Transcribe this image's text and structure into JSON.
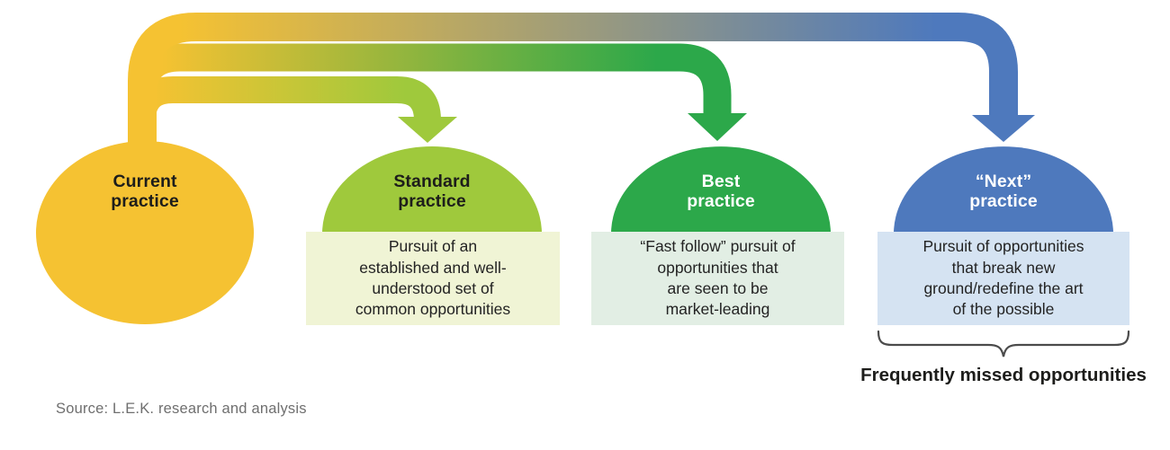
{
  "colors": {
    "yellow": "#F5C232",
    "light_green": "#9FC93C",
    "green": "#2CA84A",
    "blue": "#4E79BD",
    "standard_box": "#F0F4D5",
    "best_box": "#E2EEE4",
    "next_box": "#D5E3F2",
    "bracket": "#4b4b4b"
  },
  "nodes": {
    "current": {
      "label": "Current\npractice"
    },
    "standard": {
      "label": "Standard\npractice",
      "description": "Pursuit of an\nestablished and well-\nunderstood set of\ncommon opportunities"
    },
    "best": {
      "label": "Best\npractice",
      "description": "“Fast follow” pursuit of\nopportunities that\nare seen to be\nmarket-leading"
    },
    "next": {
      "label": "“Next”\npractice",
      "description": "Pursuit of opportunities\nthat break new\nground/redefine the art\nof the possible"
    }
  },
  "annotations": {
    "bracket_label": "Frequently missed opportunities",
    "source": "Source: L.E.K. research and analysis"
  }
}
